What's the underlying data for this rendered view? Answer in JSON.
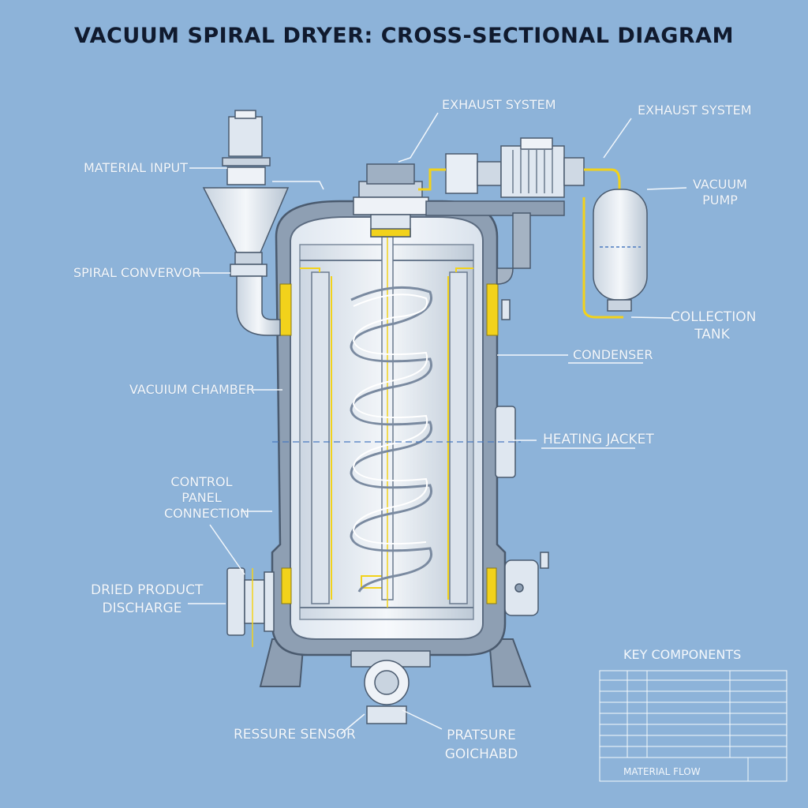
{
  "title": "VACUUM SPIRAL DRYER: CROSS-SECTIONAL DIAGRAM",
  "labels": {
    "material_input": "MATERIAL INPUT",
    "spiral_conveyor": "SPIRAL CONVERVOR",
    "vacuum_chamber": "VACUIUM CHAMBER",
    "control_panel_1": "CONTROL",
    "control_panel_2": "PANEL",
    "control_panel_3": "CONNECTION",
    "dried_product_1": "DRIED PRODUCT",
    "dried_product_2": "DISCHARGE",
    "pressure_sensor": "RESSURE SENSOR",
    "pratsure_1": "PRATSURE",
    "pratsure_2": "GOICHABD",
    "exhaust_center": "EXHAUST SYSTEM",
    "exhaust_right": "EXHAUST SYSTEM",
    "vacuum_pump_1": "VACUUM",
    "vacuum_pump_2": "PUMP",
    "collection_tank_1": "COLLECTION",
    "collection_tank_2": "TANK",
    "condenser": "CONDENSER",
    "heating_jacket": "HEATING JACKET"
  },
  "key": {
    "title": "KEY COMPONENTS",
    "material_flow": "MATERIAL FLOW"
  },
  "colors": {
    "background": "#8db3d9",
    "accent_yellow": "#f2d21b",
    "vessel_wall": "#8e9fb3"
  }
}
